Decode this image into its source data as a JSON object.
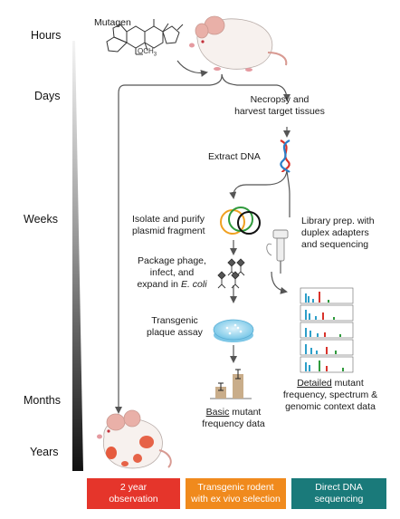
{
  "timeline": {
    "hours": "Hours",
    "days": "Days",
    "weeks": "Weeks",
    "months": "Months",
    "years": "Years"
  },
  "steps": {
    "mutagen": "Mutagen",
    "mutagen_group": "OCH",
    "mutagen_group_sub": "3",
    "necropsy_line1": "Necropsy and",
    "necropsy_line2": "harvest target tissues",
    "extract_dna": "Extract DNA",
    "isolate_line1": "Isolate and purify",
    "isolate_line2": "plasmid fragment",
    "package_line1": "Package phage,",
    "package_line2": "infect, and",
    "package_line3_prefix": "expand in ",
    "package_line3_em": "E. coli",
    "transgenic_line1": "Transgenic",
    "transgenic_line2": "plaque assay",
    "basic_word": "Basic",
    "basic_rest": " mutant",
    "basic_line2": "frequency data",
    "library_line1": "Library prep. with",
    "library_line2": "duplex adapters",
    "library_line3": "and sequencing",
    "detailed_word": "Detailed",
    "detailed_rest": " mutant",
    "detailed_line2": "frequency, spectrum &",
    "detailed_line3": "genomic context data"
  },
  "footer": {
    "box1_line1": "2 year",
    "box1_line2": "observation",
    "box2_line1": "Transgenic rodent",
    "box2_line2": "with ex vivo selection",
    "box3_line1": "Direct DNA",
    "box3_line2": "sequencing"
  },
  "colors": {
    "red": "#e5352b",
    "orange": "#f08a1d",
    "teal": "#1a7a7a",
    "dna_blue": "#2a7ec8",
    "dna_red": "#d9332b"
  }
}
